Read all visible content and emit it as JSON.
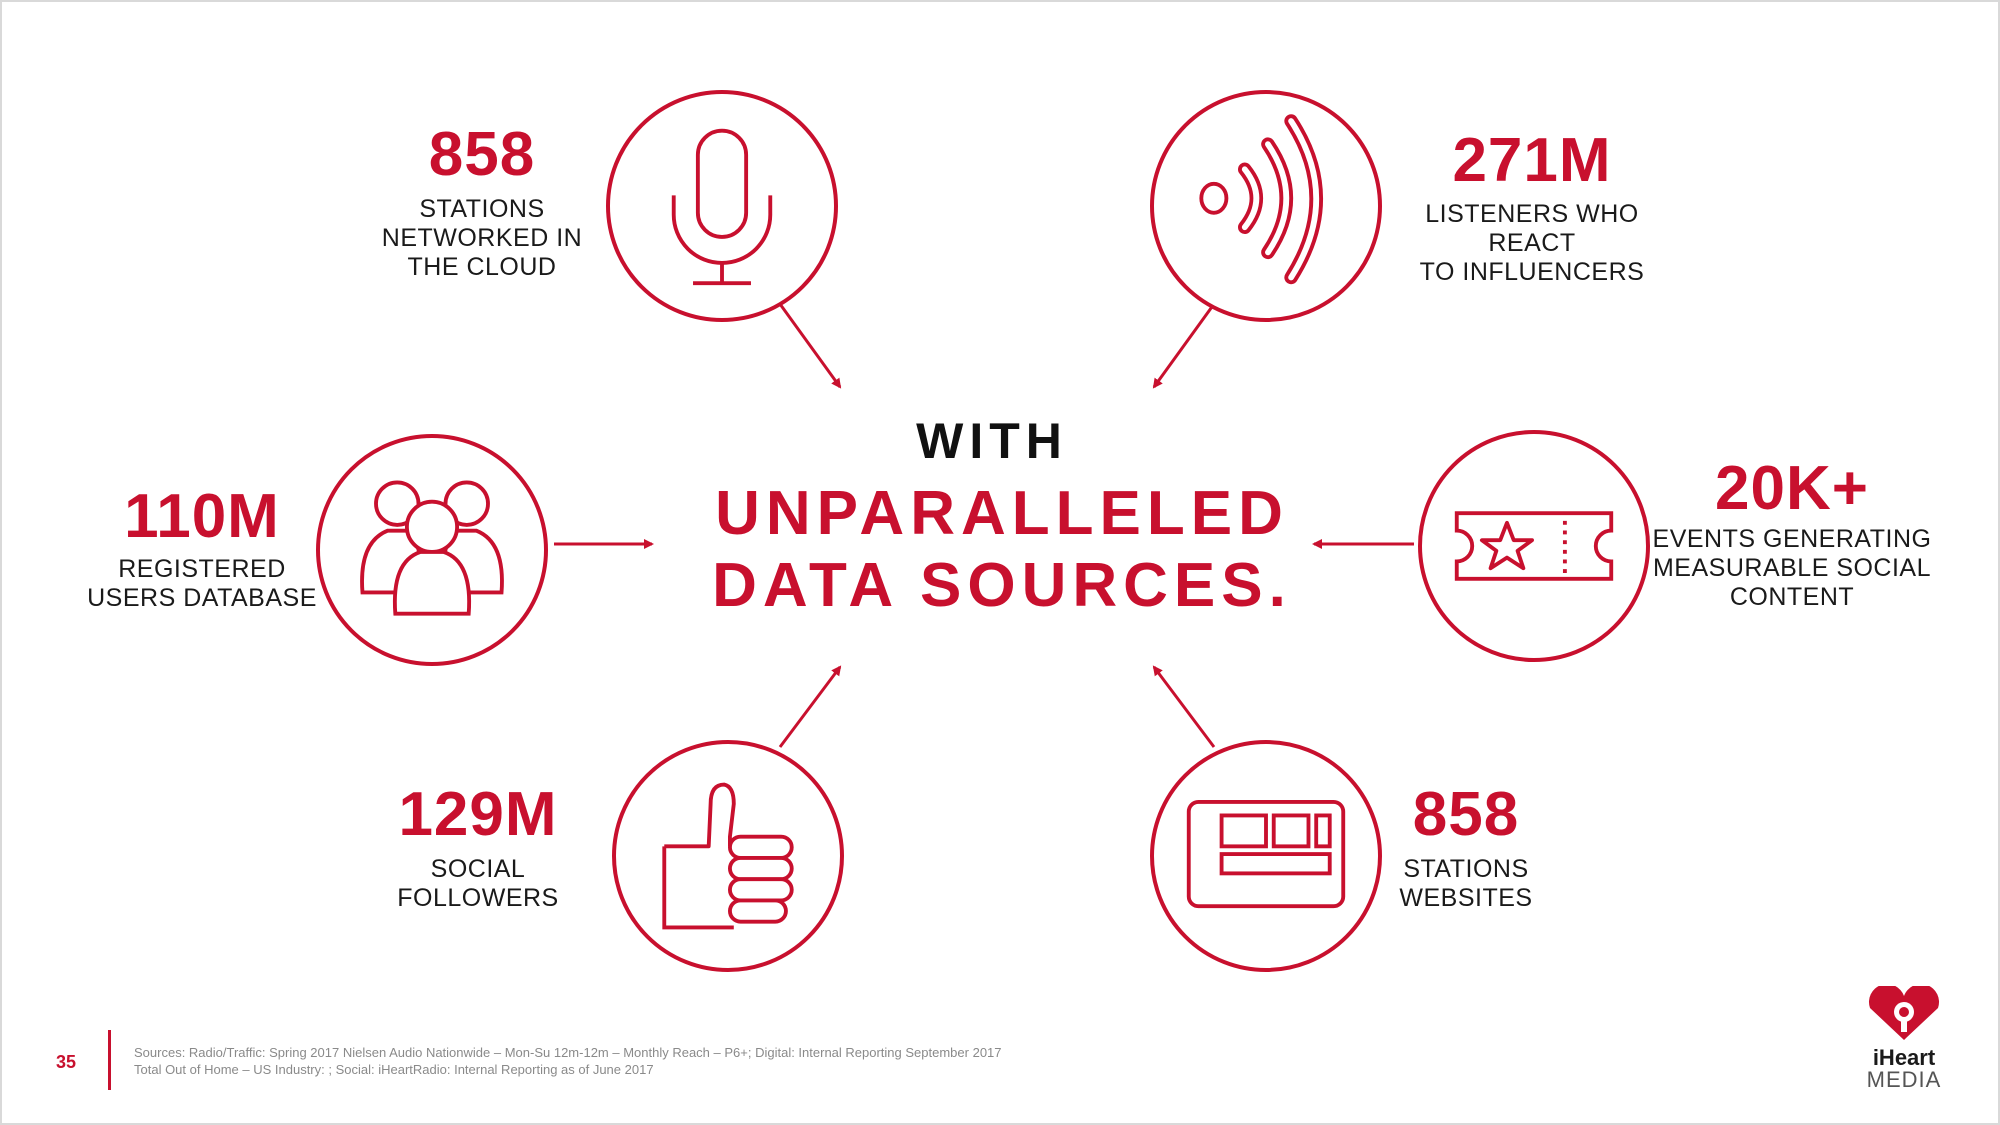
{
  "center": {
    "line1": "WITH",
    "line2": "UNPARALLELED",
    "line3": "DATA SOURCES."
  },
  "stats": {
    "stations_cloud": {
      "number": "858",
      "line1": "STATIONS",
      "line2": "NETWORKED IN",
      "line3": "THE CLOUD",
      "icon": "microphone-icon"
    },
    "listeners": {
      "number": "271M",
      "line1": "LISTENERS WHO REACT",
      "line2": "TO INFLUENCERS",
      "icon": "broadcast-icon"
    },
    "registered": {
      "number": "110M",
      "line1": "REGISTERED",
      "line2": "USERS DATABASE",
      "icon": "users-icon"
    },
    "events": {
      "number": "20K+",
      "line1": "EVENTS GENERATING",
      "line2": "MEASURABLE SOCIAL",
      "line3": "CONTENT",
      "icon": "ticket-icon"
    },
    "social": {
      "number": "129M",
      "line1": "SOCIAL",
      "line2": "FOLLOWERS",
      "icon": "thumbs-up-icon"
    },
    "websites": {
      "number": "858",
      "line1": "STATIONS",
      "line2": "WEBSITES",
      "icon": "laptop-icon"
    }
  },
  "footer": {
    "page_number": "35",
    "source_line1": "Sources: Radio/Traffic: Spring 2017 Nielsen Audio Nationwide – Mon-Su 12m-12m – Monthly Reach – P6+; Digital: Internal Reporting September 2017",
    "source_line2": "Total Out of Home – US Industry: ; Social:  iHeartRadio: Internal Reporting as of June 2017"
  },
  "logo": {
    "word": "iHeart",
    "sub": "MEDIA"
  },
  "colors": {
    "accent": "#c8102e",
    "text": "#1a1a1a",
    "footer_text": "#8a8a8a"
  }
}
